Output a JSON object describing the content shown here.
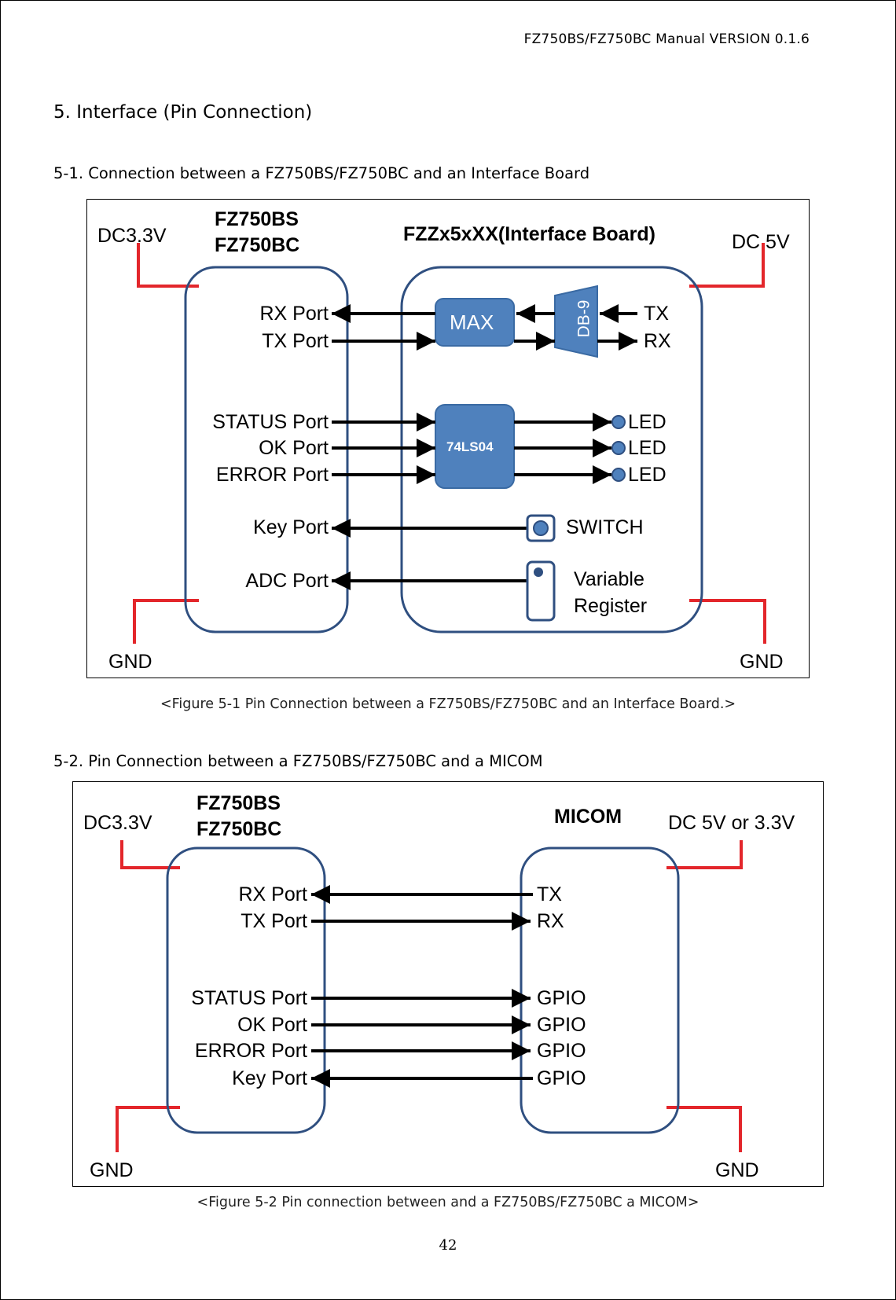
{
  "header": {
    "text": "FZ750BS/FZ750BC Manual VERSION 0.1.6"
  },
  "section": {
    "title": "5. Interface (Pin Connection)"
  },
  "sub1": {
    "title": "5-1. Connection between a FZ750BS/FZ750BC and an Interface Board"
  },
  "fig1": {
    "power_left": "DC3.3V",
    "power_right": "DC 5V",
    "gnd_left": "GND",
    "gnd_right": "GND",
    "module_line1": "FZ750BS",
    "module_line2": "FZ750BC",
    "board_title": "FZZx5xXX(Interface Board)",
    "ports": [
      "RX Port",
      "TX Port",
      "STATUS Port",
      "OK Port",
      "ERROR Port",
      "Key Port",
      "ADC Port"
    ],
    "max_label": "MAX",
    "db9_label": "DB-9",
    "db9_tx": "TX",
    "db9_rx": "RX",
    "chip_label": "74LS04",
    "leds": [
      "LED",
      "LED",
      "LED"
    ],
    "switch_label": "SWITCH",
    "var_line1": "Variable",
    "var_line2": "Register",
    "colors": {
      "box_border": "#2f4f80",
      "chip_fill": "#4f81bd",
      "power_line": "#e3262b"
    },
    "caption": "<Figure 5-1 Pin Connection between a FZ750BS/FZ750BC and an Interface Board.>"
  },
  "sub2": {
    "title": "5-2. Pin Connection between a FZ750BS/FZ750BC and a MICOM"
  },
  "fig2": {
    "power_left": "DC3.3V",
    "power_right": "DC 5V or 3.3V",
    "gnd_left": "GND",
    "gnd_right": "GND",
    "module_line1": "FZ750BS",
    "module_line2": "FZ750BC",
    "micom_title": "MICOM",
    "ports": [
      "RX Port",
      "TX Port",
      "STATUS Port",
      "OK Port",
      "ERROR Port",
      "Key Port"
    ],
    "micom_pins": [
      "TX",
      "RX",
      "GPIO",
      "GPIO",
      "GPIO",
      "GPIO"
    ],
    "caption": "<Figure 5-2 Pin connection between and a FZ750BS/FZ750BC a MICOM>"
  },
  "page_number": "42"
}
